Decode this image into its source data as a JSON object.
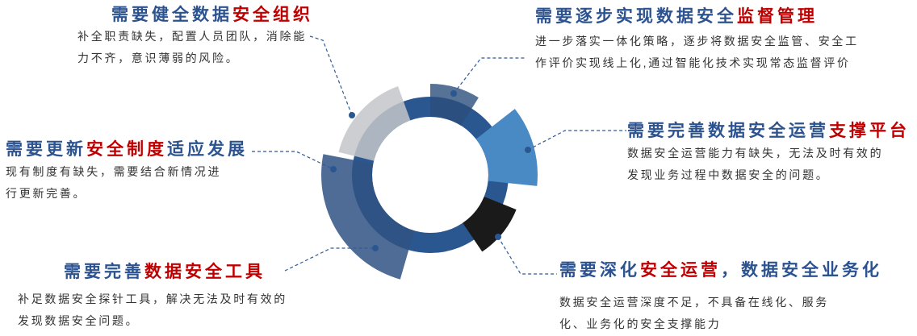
{
  "colors": {
    "blue": "#2c5390",
    "red": "#c00000",
    "ring": "#2b5790",
    "light_blue": "#4a8ac4",
    "black": "#1a1a1a",
    "gray": "#c4c6ca"
  },
  "items": [
    {
      "title_a": "需要健全数据",
      "title_b": "安全组织",
      "title_c": "",
      "lines": [
        "补全职责缺失，配置人员团队，消除能",
        "力不齐，意识薄弱的风险。"
      ]
    },
    {
      "title_a": "需要逐步实现数据安全",
      "title_b": "监督管理",
      "title_c": "",
      "lines": [
        "进一步落实一体化策略，逐步将数据安全监管、安全工",
        "作评价实现线上化,通过智能化技术实现常态监督评价"
      ]
    },
    {
      "title_a": "需要完善数据安全运营",
      "title_b": "支撑平台",
      "title_c": "",
      "lines": [
        "数据安全运营能力有缺失，无法及时有效的",
        "发现业务过程中数据安全的问题。"
      ]
    },
    {
      "title_a": "需要更新",
      "title_b": "安全制度",
      "title_c": "适应发展",
      "lines": [
        "现有制度有缺失，需要结合新情况进",
        "行更新完善。"
      ]
    },
    {
      "title_a": "需要完善",
      "title_b": "数据安全工具",
      "title_c": "",
      "lines": [
        "补足数据安全探针工具，解决无法及时有效的",
        "发现数据安全问题。"
      ]
    },
    {
      "title_a": "需要深化",
      "title_b": "安全运营",
      "title_c": "，数据安全业务化",
      "lines": [
        "数据安全运营深度不足，不具备在线化、服务",
        "化、业务化的安全支撑能力"
      ]
    }
  ]
}
